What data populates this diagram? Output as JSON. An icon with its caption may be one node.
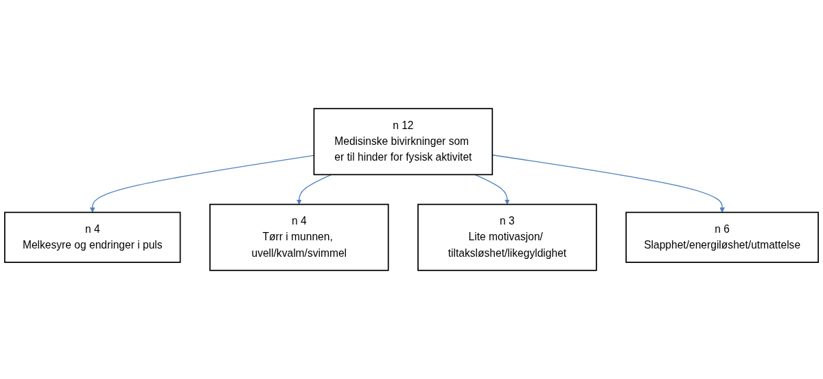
{
  "diagram": {
    "nodes": [
      {
        "text": [
          "n 4",
          "Melkesyre og endringer i puls"
        ]
      },
      {
        "text": [
          "n 4",
          "Tørr i munnen, uvell/kvalm/svimmel"
        ]
      },
      {
        "text": [
          "n 12",
          "Medisinske bivirkninger som er til hinder for fysisk aktivitet"
        ]
      },
      {
        "text": [
          "n 3",
          "Lite motivasjon/ tiltaksløshet/likegyldighet"
        ]
      },
      {
        "text": [
          "n 6",
          "Slapphet/energiløshet/utmattelse"
        ]
      }
    ],
    "edges": [
      {
        "from": 2,
        "to": 0,
        "arrow": "to"
      },
      {
        "from": 2,
        "to": 1,
        "arrow": "to"
      },
      {
        "from": 2,
        "to": 3,
        "arrow": "to"
      },
      {
        "from": 2,
        "to": 4,
        "arrow": "to"
      }
    ]
  }
}
